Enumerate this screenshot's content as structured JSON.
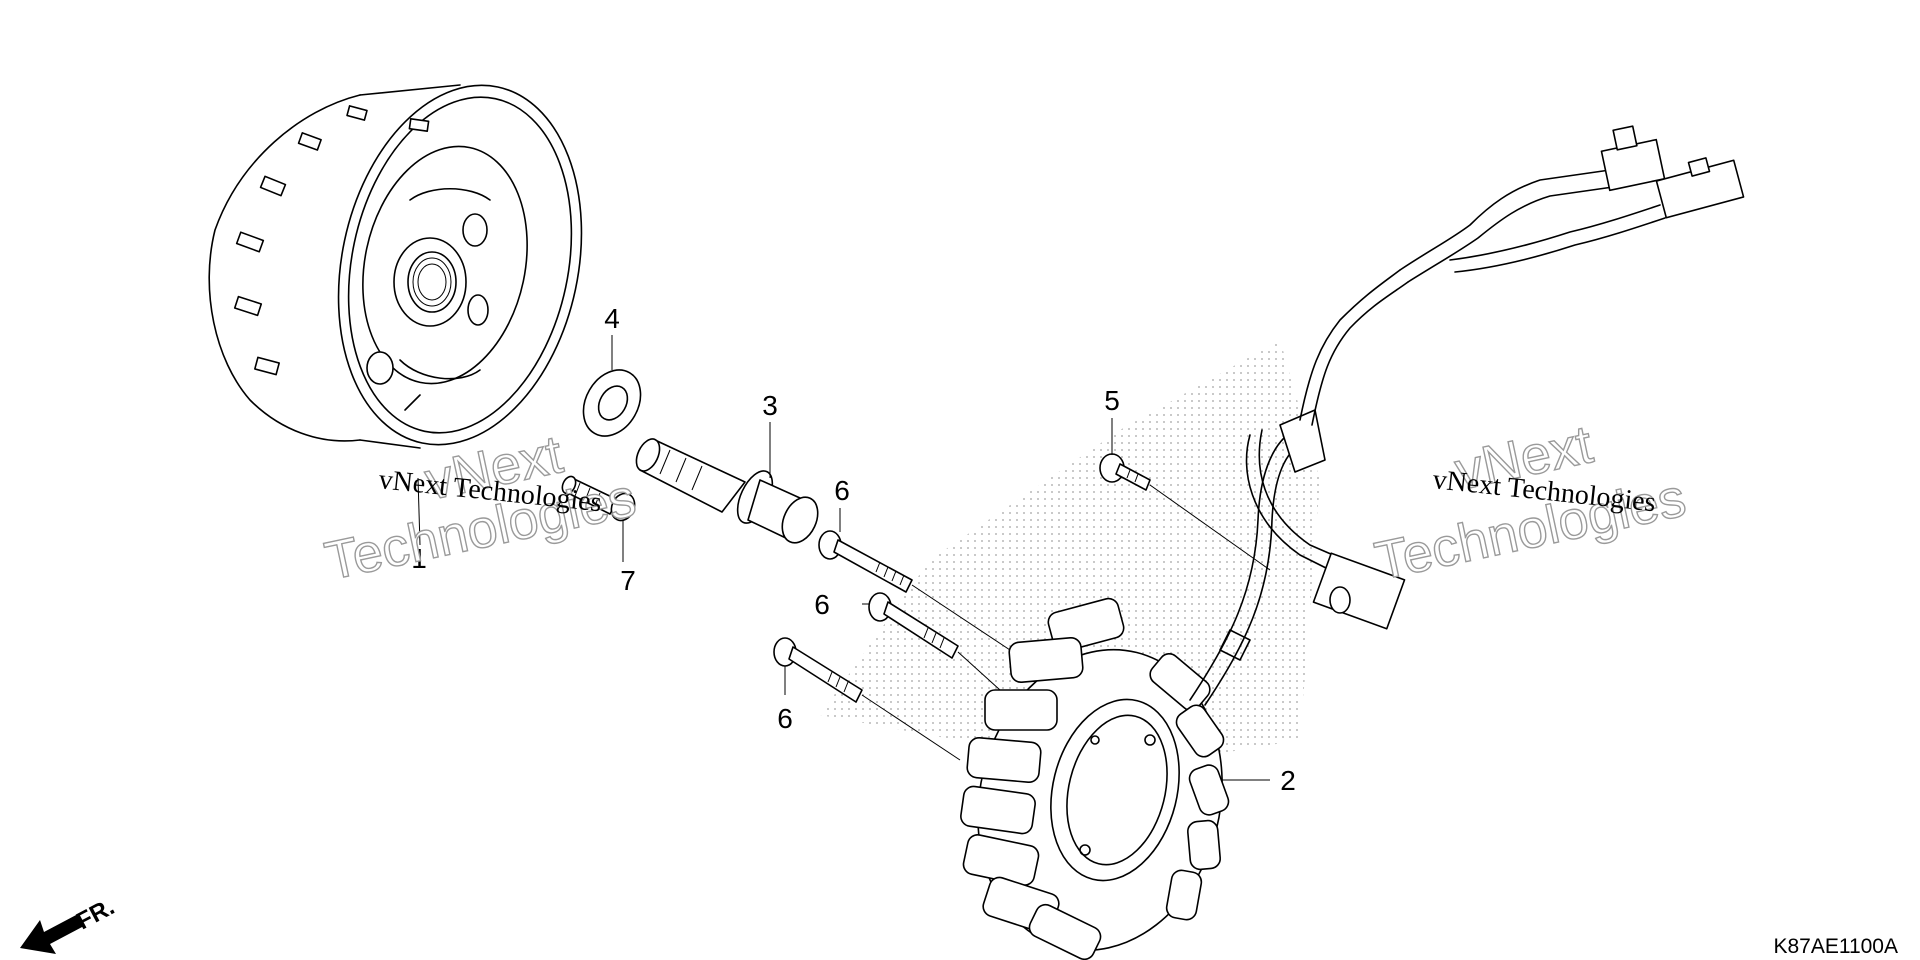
{
  "callouts": {
    "flywheel": "1",
    "stator": "2",
    "bolt_flange": "3",
    "washer": "4",
    "bolt_small": "5",
    "bolt_stator_upper": "6",
    "bolt_stator_middle": "6",
    "bolt_stator_lower": "6",
    "dowel_bolt": "7"
  },
  "watermark": {
    "brand_line": "vNext Technologies",
    "outline_line_1": "vNext",
    "outline_line_2": "Technologies"
  },
  "direction_indicator": "FR.",
  "diagram_code": "K87AE1100A"
}
